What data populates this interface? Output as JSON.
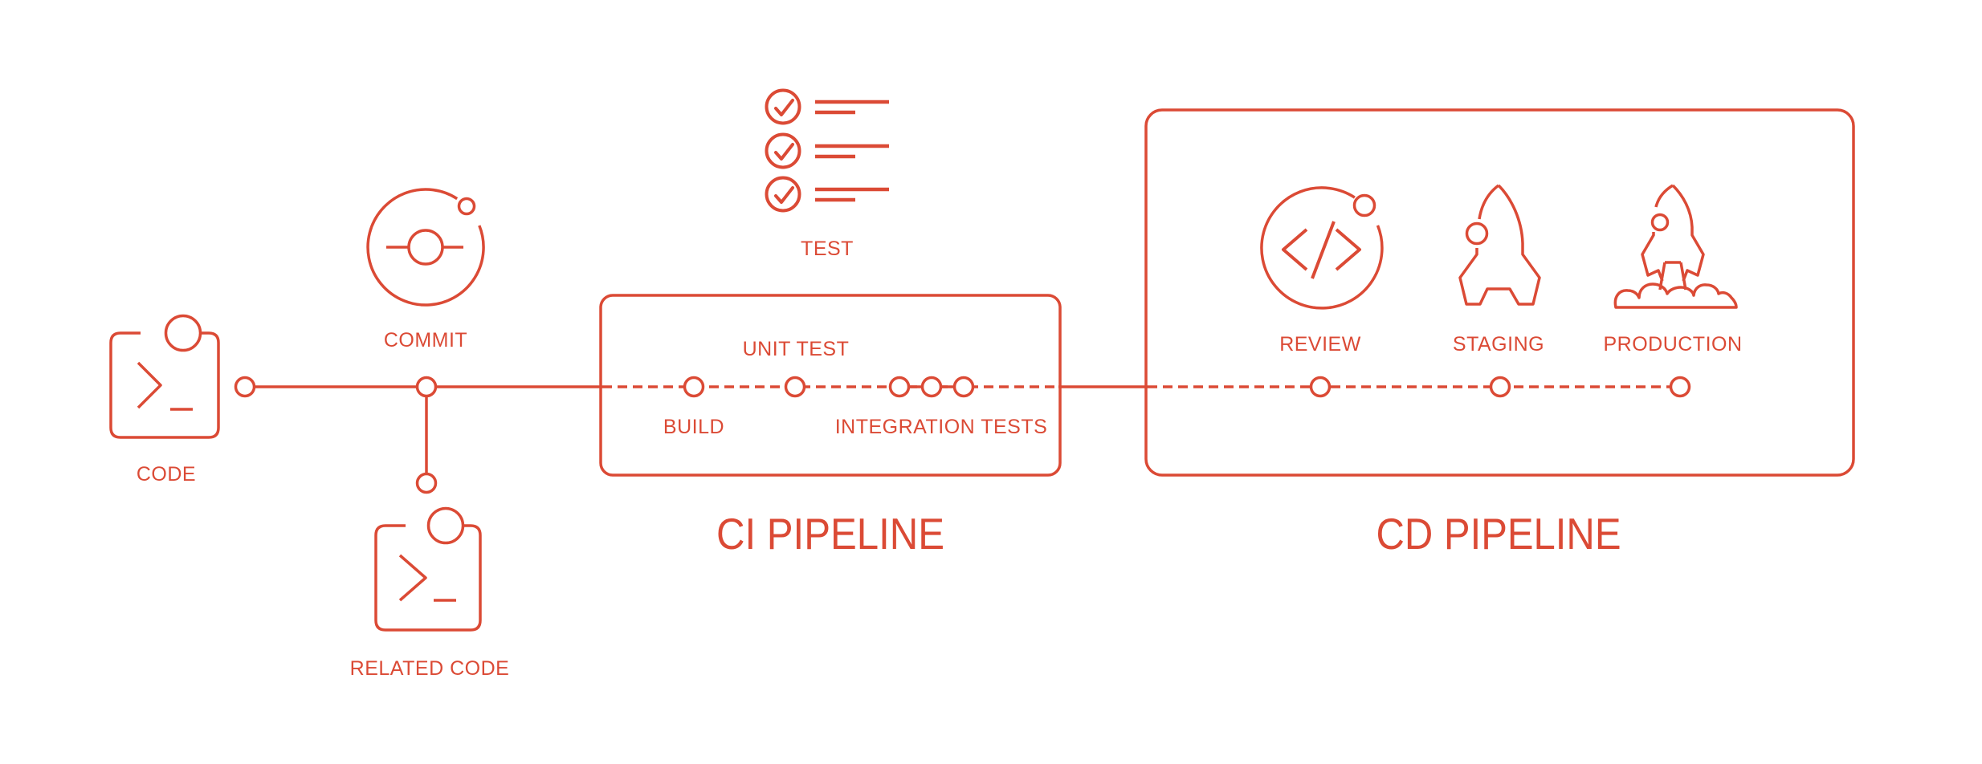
{
  "colors": {
    "accent": "#DB4A35",
    "background": "#FFFFFF"
  },
  "flow": {
    "code_label": "CODE",
    "commit_label": "COMMIT",
    "related_code_label": "RELATED CODE"
  },
  "test": {
    "label": "TEST"
  },
  "ci": {
    "title": "CI PIPELINE",
    "stages": {
      "build": "BUILD",
      "unit_test": "UNIT TEST",
      "integration_tests": "INTEGRATION TESTS"
    }
  },
  "cd": {
    "title": "CD PIPELINE",
    "stages": {
      "review": "REVIEW",
      "staging": "STAGING",
      "production": "PRODUCTION"
    }
  },
  "icons": {
    "code": "terminal-window-icon",
    "commit": "commit-orbit-icon",
    "related_code": "terminal-window-icon",
    "test": "checklist-icon",
    "review": "code-review-icon",
    "staging": "rocket-icon",
    "production": "rocket-launch-icon"
  }
}
